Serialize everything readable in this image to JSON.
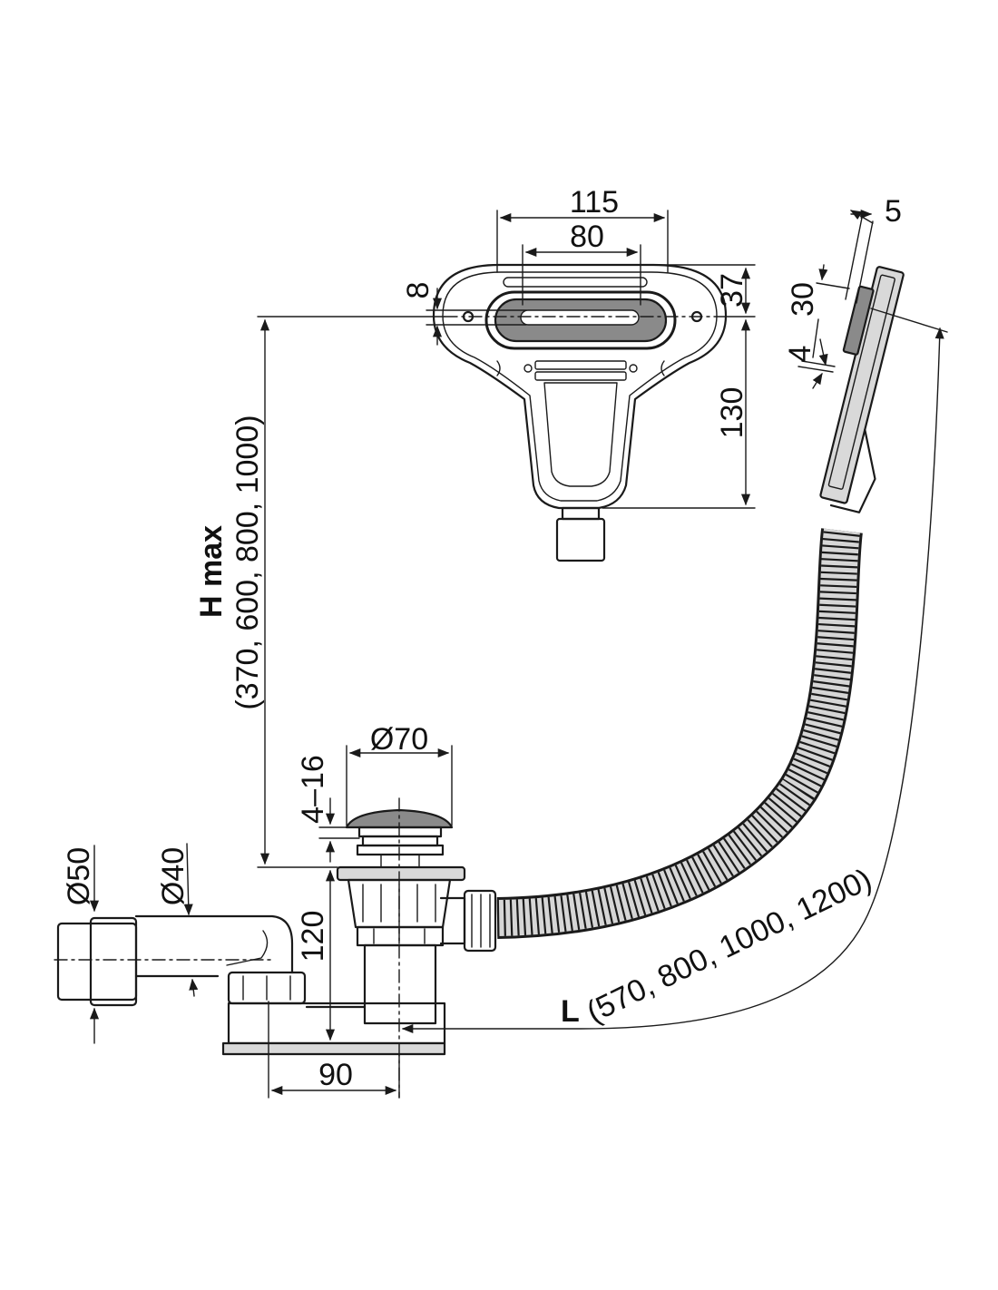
{
  "dimensions": {
    "w115": "115",
    "w80": "80",
    "h8": "8",
    "h37": "37",
    "h130": "130",
    "w5": "5",
    "h30": "30",
    "h4": "4",
    "hmax_label": "H max",
    "hmax_values": "(370, 600, 800, 1000)",
    "d70": "Ø70",
    "range_4_16": "4–16",
    "d50": "Ø50",
    "d40": "Ø40",
    "h120": "120",
    "w90": "90",
    "l_label": "L",
    "l_values": "(570, 800, 1000, 1200)"
  },
  "colors": {
    "line": "#1a1a1a",
    "fill_dark": "#8a8a8a",
    "fill_light": "#d9d9d9",
    "background": "#ffffff"
  }
}
